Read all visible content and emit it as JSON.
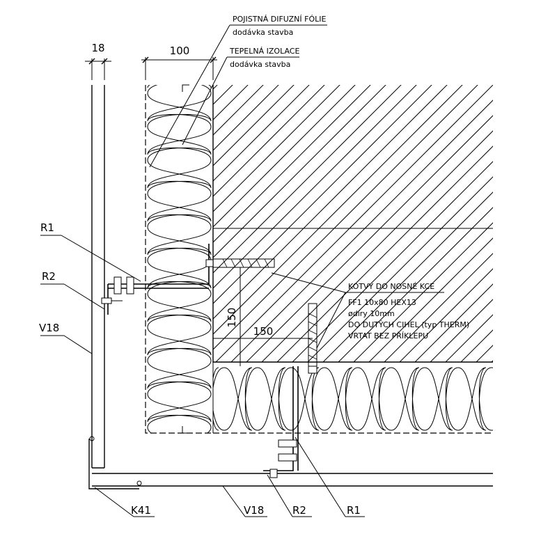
{
  "dimensions": {
    "panel_thickness": "18",
    "insulation_thickness": "100",
    "anchor_depth_vertical": "150",
    "anchor_depth_horizontal": "150"
  },
  "callouts": {
    "membrane": {
      "title": "POJISTNÁ DIFUZNÍ FÓLIE",
      "note": "dodávka stavba"
    },
    "insulation": {
      "title": "TEPELNÁ IZOLACE",
      "note": "dodávka stavba"
    },
    "anchors": {
      "title": "KOTVY DO NOSNÉ KCE",
      "lines": [
        "FF1  10x80  HEX13",
        "ødíry 10mm",
        "DO DUTÝCH CIHEL (typ THERM)",
        "VRTAT BEZ PŘÍKLEPU"
      ]
    }
  },
  "labels": {
    "r1_left": "R1",
    "r2_left": "R2",
    "v18_left": "V18",
    "k41": "K41",
    "v18_bottom": "V18",
    "r2_bottom": "R2",
    "r1_bottom": "R1"
  }
}
